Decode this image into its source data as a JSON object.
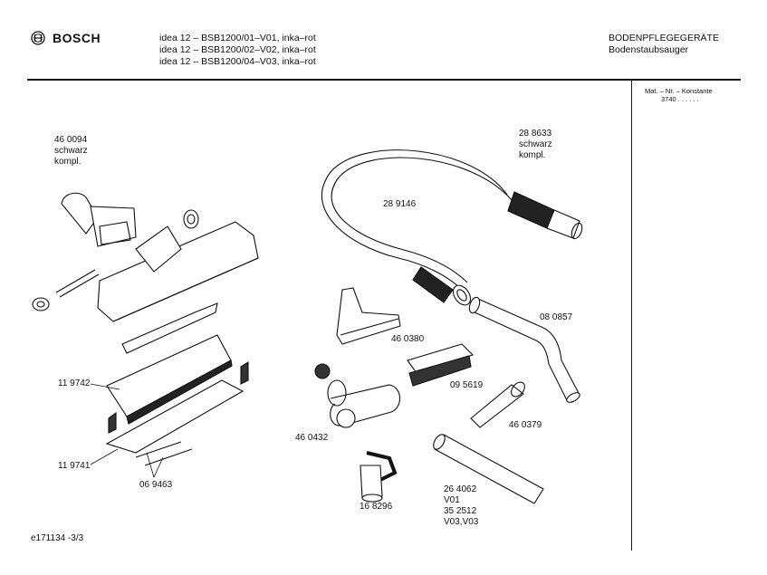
{
  "header": {
    "brand": "BOSCH",
    "models": [
      "idea 12 – BSB1200/01–V01, inka–rot",
      "idea 12 – BSB1200/02–V02, inka–rot",
      "idea 12 – BSB1200/04–V03, inka–rot"
    ],
    "category": "BODENPFLEGEGERÄTE",
    "subcategory": "Bodenstaubsauger"
  },
  "side_panel": {
    "title": "Mat. – Nr. – Konstante",
    "value": "3740  .  .  .  .  .  ."
  },
  "parts": {
    "p460094": [
      "46 0094",
      "schwarz",
      "kompl."
    ],
    "p288633": [
      "28 8633",
      "schwarz",
      "kompl."
    ],
    "p289146": "28 9146",
    "p080857": "08 0857",
    "p460380": "46 0380",
    "p095619": "09 5619",
    "p460379": "46 0379",
    "p119742": "11 9742",
    "p119741": "11 9741",
    "p069463": "06 9463",
    "p460432": "46 0432",
    "p168296": "16 8296",
    "p264062": [
      "26 4062",
      "V01",
      "35 2512",
      "V03,V03"
    ]
  },
  "footer": {
    "doc_id": "e171134 -3/3"
  }
}
